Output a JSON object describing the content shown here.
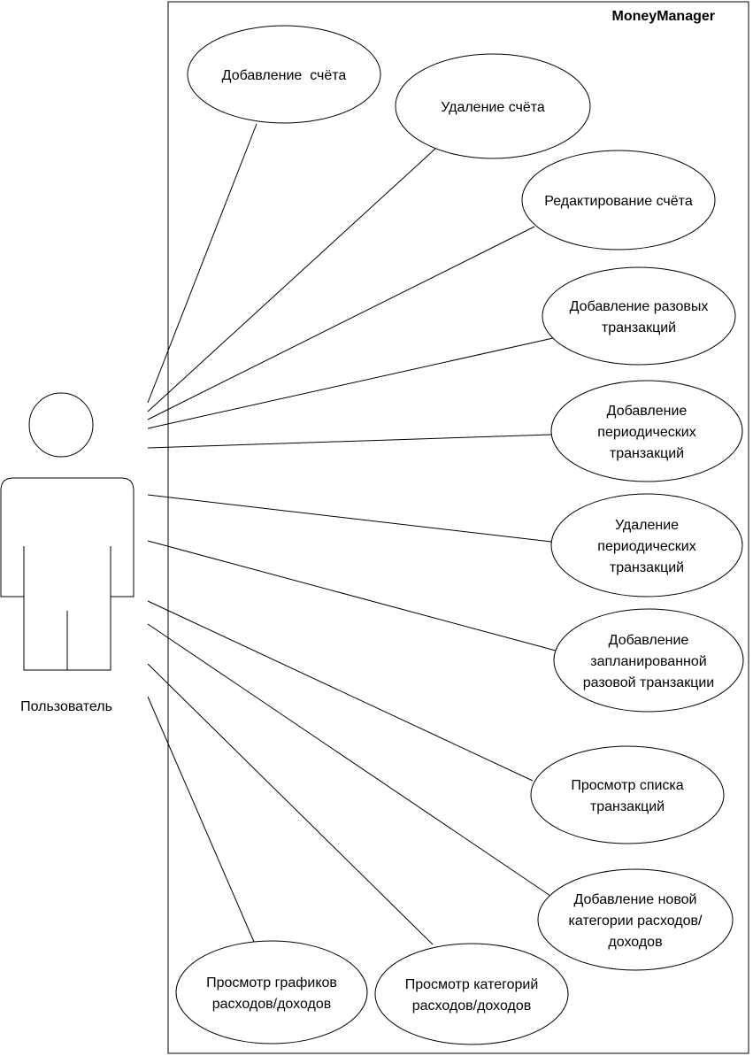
{
  "system": {
    "title": "MoneyManager"
  },
  "actor": {
    "label": "Пользователь"
  },
  "use_cases": [
    {
      "id": "add-account",
      "lines": [
        "Добавление  счёта"
      ]
    },
    {
      "id": "delete-account",
      "lines": [
        "Удаление счёта"
      ]
    },
    {
      "id": "edit-account",
      "lines": [
        "Редактирование счёта"
      ]
    },
    {
      "id": "add-one-time-transactions",
      "lines": [
        "Добавление разовых",
        "транзакций"
      ]
    },
    {
      "id": "add-periodic-transactions",
      "lines": [
        "Добавление",
        "периодических",
        "транзакций"
      ]
    },
    {
      "id": "delete-periodic-transactions",
      "lines": [
        "Удаление",
        "периодических",
        "транзакций"
      ]
    },
    {
      "id": "add-scheduled-transaction",
      "lines": [
        "Добавление",
        "запланированной",
        "разовой транзакции"
      ]
    },
    {
      "id": "view-transaction-list",
      "lines": [
        "Просмотр списка",
        "транзакций"
      ]
    },
    {
      "id": "add-category",
      "lines": [
        "Добавление новой",
        "категории расходов/",
        "доходов"
      ]
    },
    {
      "id": "view-categories",
      "lines": [
        "Просмотр категорий",
        "расходов/доходов"
      ]
    },
    {
      "id": "view-charts",
      "lines": [
        "Просмотр графиков",
        "расходов/доходов"
      ]
    }
  ]
}
